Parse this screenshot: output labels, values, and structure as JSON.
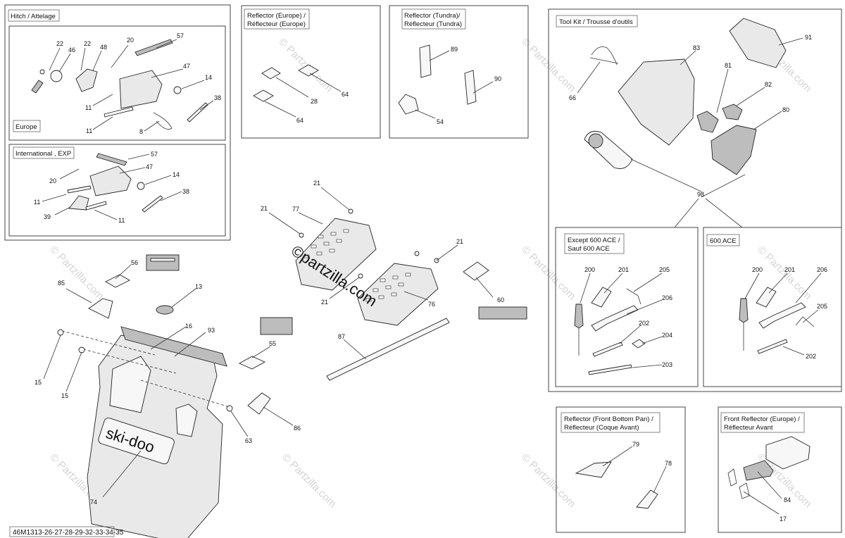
{
  "panels": {
    "hitch": "Hitch / Attelage",
    "europe": "Europe",
    "international": "International , EXP",
    "reflector_europe_l1": "Reflector (Europe) /",
    "reflector_europe_l2": "Réflecteur (Europe)",
    "reflector_tundra_l1": "Reflector (Tundra)/",
    "reflector_tundra_l2": "Réflecteur (Tundra)",
    "tool_kit": "Tool Kit / Trousse d'outils",
    "except_600_l1": "Except 600 ACE /",
    "except_600_l2": "Sauf 600 ACE",
    "ace_600": "600 ACE",
    "front_bottom_l1": "Reflector (Front Bottom Pan) /",
    "front_bottom_l2": "Réflecteur (Coque Avant)",
    "front_europe_l1": "Front Reflector (Europe) /",
    "front_europe_l2": "Réflecteur Avant"
  },
  "callouts": {
    "hitch_europe": [
      "22",
      "46",
      "22",
      "48",
      "20",
      "57",
      "47",
      "14",
      "38",
      "11",
      "11",
      "8"
    ],
    "hitch_international": [
      "57",
      "47",
      "20",
      "14",
      "38",
      "11",
      "39",
      "11"
    ],
    "reflector_europe": [
      "28",
      "64",
      "64"
    ],
    "reflector_tundra": [
      "89",
      "90",
      "54"
    ],
    "tool_kit": [
      "91",
      "83",
      "66",
      "81",
      "82",
      "80",
      "98"
    ],
    "except_600": [
      "200",
      "201",
      "205",
      "206",
      "202",
      "204",
      "203"
    ],
    "ace_600": [
      "200",
      "201",
      "206",
      "205",
      "202"
    ],
    "front_bottom": [
      "79",
      "78"
    ],
    "front_europe": [
      "84",
      "17"
    ],
    "main": [
      "56",
      "85",
      "13",
      "16",
      "93",
      "15",
      "15",
      "55",
      "86",
      "63",
      "74",
      "21",
      "21",
      "77",
      "21",
      "21",
      "76",
      "60",
      "87"
    ]
  },
  "watermark": "© Partzilla.com",
  "brand": "©partzilla.com",
  "logo": "ski-doo",
  "diagram_id": "46M1313-26-27-28-29-32-33-34-35"
}
